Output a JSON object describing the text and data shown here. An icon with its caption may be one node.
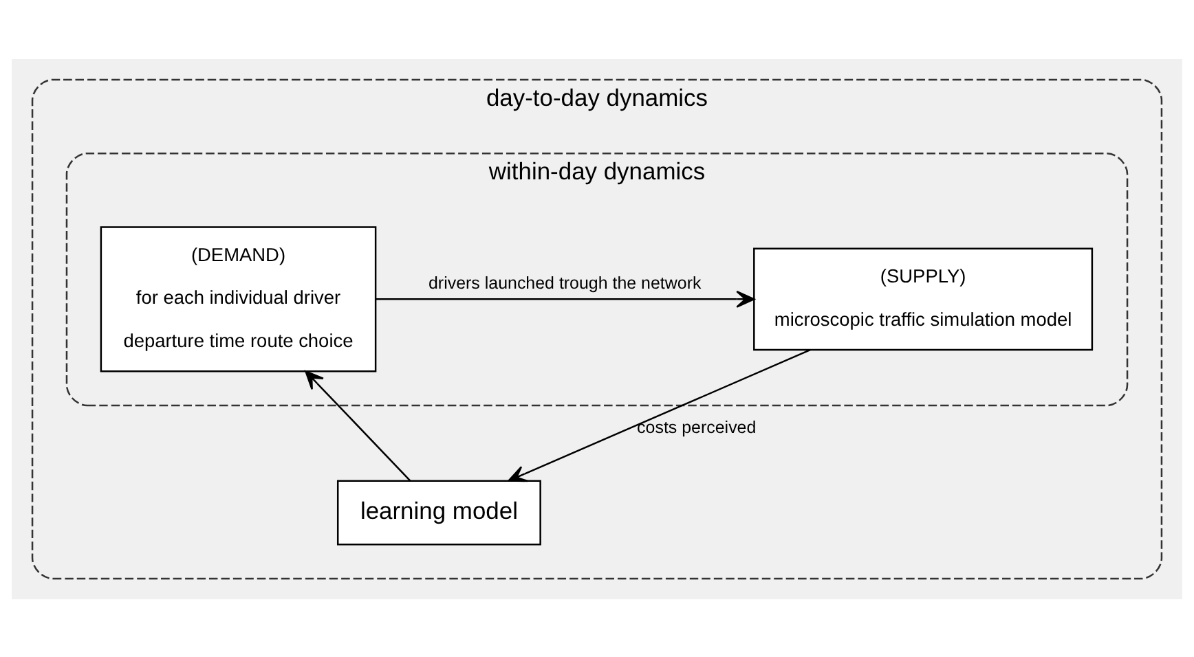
{
  "diagram": {
    "nodes": [
      {
        "text": [
          "day-to-day dynamics"
        ]
      },
      {
        "text": [
          "within-day dynamics"
        ],
        "in": 0
      },
      {
        "text": [
          "(DEMAND)",
          "for each individual driver",
          "departure time route choice"
        ],
        "in": 1
      },
      {
        "text": [
          "(SUPPLY)",
          "microscopic traffic simulation model"
        ],
        "in": 1
      },
      {
        "text": [
          "learning model"
        ],
        "in": 0
      }
    ],
    "edges": [
      {
        "from": 2,
        "to": 3,
        "arrow": "to",
        "label": "drivers launched trough the network"
      },
      {
        "from": 3,
        "to": 4,
        "arrow": "to",
        "label": "costs perceived"
      },
      {
        "from": 4,
        "to": 2,
        "arrow": "to"
      }
    ]
  }
}
